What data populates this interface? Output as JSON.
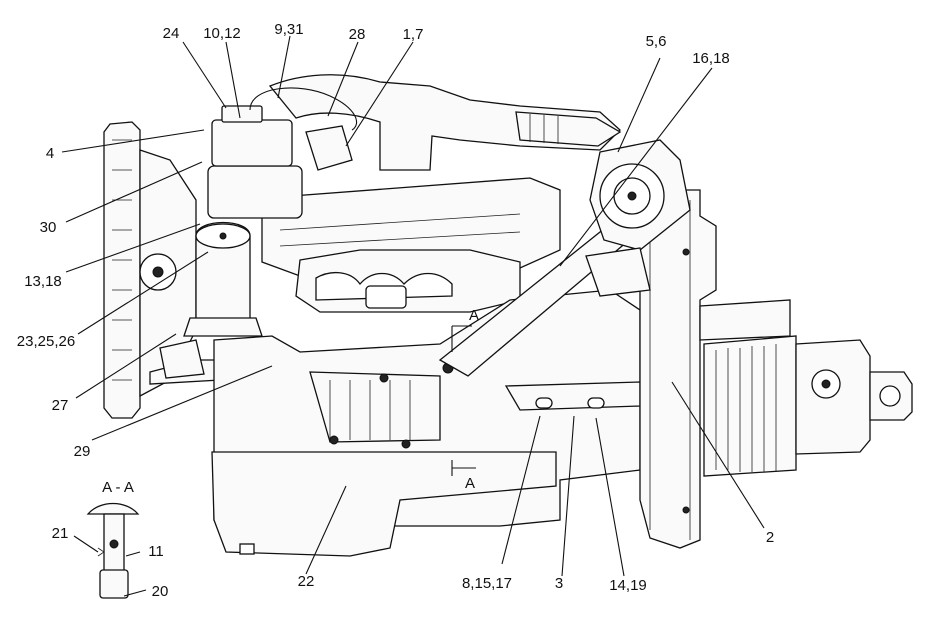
{
  "callouts": {
    "c24": "24",
    "c10_12": "10,12",
    "c9_31": "9,31",
    "c28": "28",
    "c1_7": "1,7",
    "c5_6": "5,6",
    "c16_18": "16,18",
    "c4": "4",
    "c30": "30",
    "c13_18": "13,18",
    "c23_25_26": "23,25,26",
    "c27": "27",
    "c29": "29",
    "c22": "22",
    "c8_15_17": "8,15,17",
    "c3": "3",
    "c14_19": "14,19",
    "c2": "2",
    "c21": "21",
    "c11": "11",
    "c20": "20"
  },
  "section": {
    "title": "A - A",
    "marker_top": "A",
    "marker_bottom": "A"
  }
}
